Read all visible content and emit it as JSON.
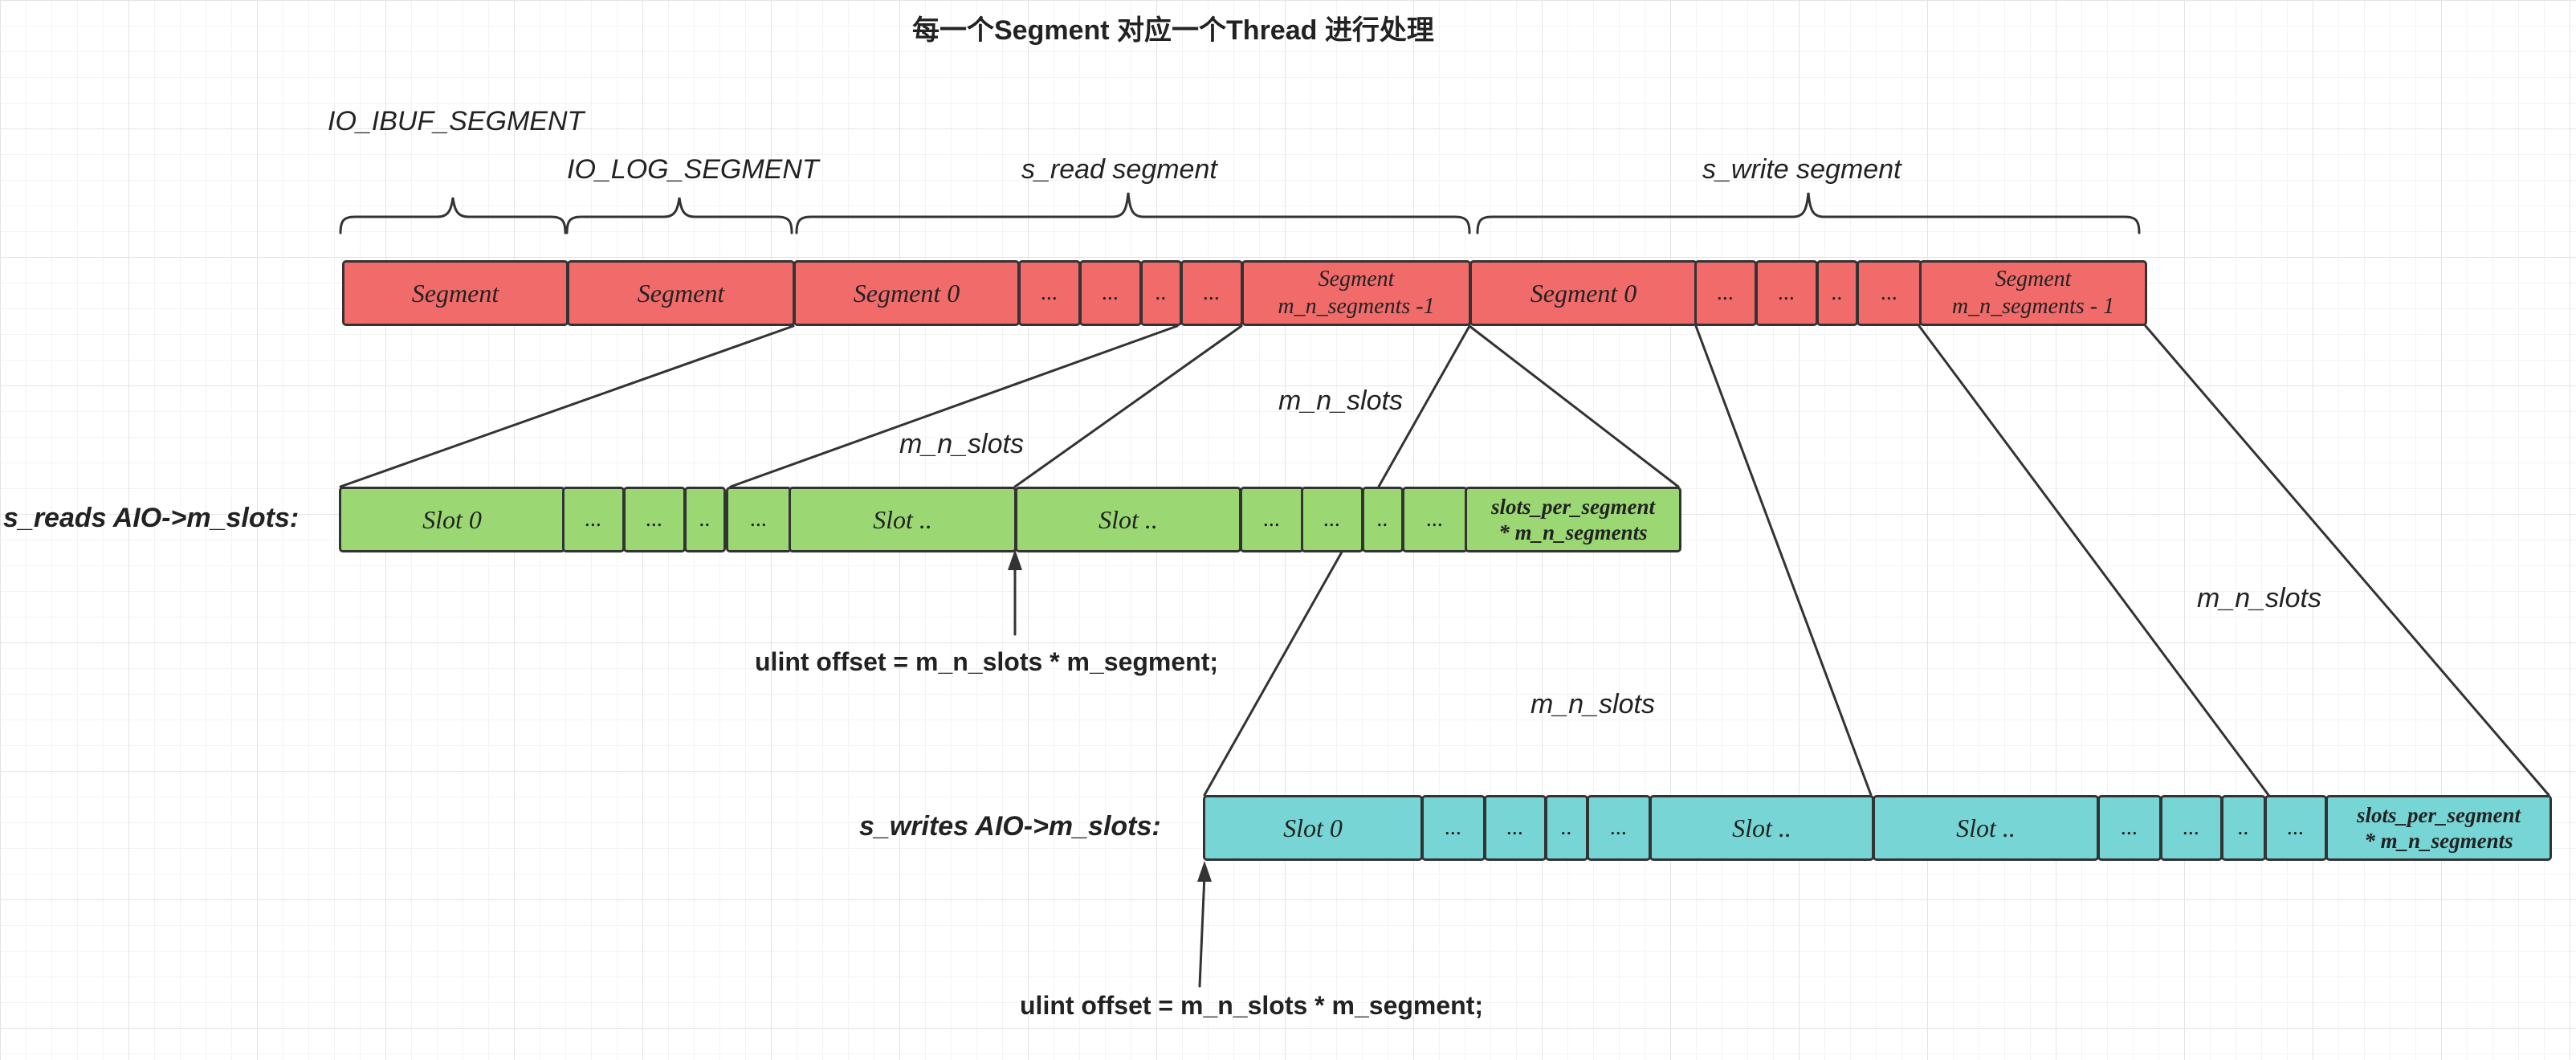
{
  "title": "每一个Segment 对应一个Thread 进行处理",
  "labels": {
    "ibuf": "IO_IBUF_SEGMENT",
    "log": "IO_LOG_SEGMENT",
    "read": "s_read segment",
    "write": "s_write segment",
    "reads_row": "s_reads AIO->m_slots:",
    "writes_row": "s_writes AIO->m_slots:",
    "mslots_1": "m_n_slots",
    "mslots_2": "m_n_slots",
    "mslots_3": "m_n_slots",
    "mslots_4": "m_n_slots",
    "offset_read": "ulint offset = m_n_slots * m_segment;",
    "offset_write": "ulint offset = m_n_slots * m_segment;"
  },
  "segments": {
    "seg_a": "Segment",
    "seg_b": "Segment",
    "read_seg0": "Segment 0",
    "read_dots": [
      "...",
      "...",
      "..",
      "..."
    ],
    "read_last": [
      "Segment",
      "m_n_segments -1"
    ],
    "write_seg0": "Segment 0",
    "write_dots": [
      "...",
      "...",
      "..",
      "..."
    ],
    "write_last": [
      "Segment",
      "m_n_segments - 1"
    ]
  },
  "read_slots": {
    "slot0": "Slot 0",
    "dots_a": [
      "...",
      "...",
      "..",
      "..."
    ],
    "slot_mid1": "Slot ..",
    "slot_mid2": "Slot ..",
    "dots_b": [
      "...",
      "...",
      "..",
      "..."
    ],
    "last": [
      "slots_per_segment",
      "* m_n_segments"
    ]
  },
  "write_slots": {
    "slot0": "Slot 0",
    "dots_a": [
      "...",
      "...",
      "..",
      "..."
    ],
    "slot_mid1": "Slot ..",
    "slot_mid2": "Slot ..",
    "dots_b": [
      "...",
      "...",
      "..",
      "..."
    ],
    "last": [
      "slots_per_segment",
      "* m_n_segments"
    ]
  },
  "colors": {
    "segment": "#f26b6b",
    "read_slot": "#9bd874",
    "write_slot": "#77d5d5",
    "stroke": "#333333"
  }
}
